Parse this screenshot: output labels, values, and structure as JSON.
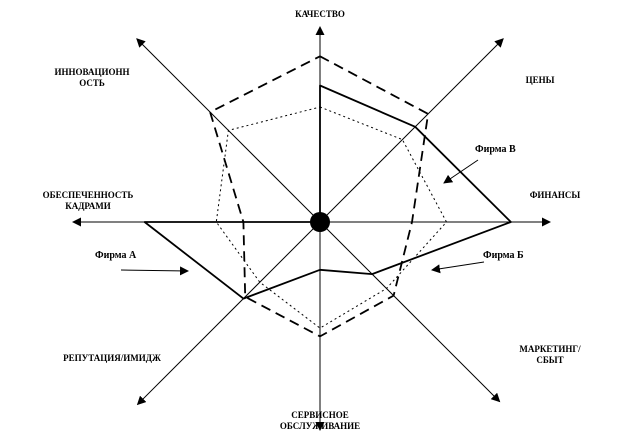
{
  "chart_data": {
    "type": "radar",
    "axes": [
      {
        "key": "quality",
        "label": [
          "КАЧЕСТВО"
        ]
      },
      {
        "key": "prices",
        "label": [
          "ЦЕНЫ"
        ]
      },
      {
        "key": "finance",
        "label": [
          "ФИНАНСЫ"
        ]
      },
      {
        "key": "marketing",
        "label": [
          "МАРКЕТИНГ/",
          "СБЫТ"
        ]
      },
      {
        "key": "service",
        "label": [
          "СЕРВИСНОЕ",
          "ОБСЛУЖИВАНИЕ"
        ]
      },
      {
        "key": "reputation",
        "label": [
          "РЕПУТАЦИЯ/ИМИДЖ"
        ]
      },
      {
        "key": "staffing",
        "label": [
          "ОБЕСПЕЧЕННОСТЬ",
          "КАДРАМИ"
        ]
      },
      {
        "key": "innovation",
        "label": [
          "ИННОВАЦИОНН",
          "ОСТЬ"
        ]
      }
    ],
    "scale_max": 1.0,
    "series": [
      {
        "name": "Фирма А",
        "style": "dashed",
        "color": "#000000",
        "values": [
          0.85,
          0.59,
          0.4,
          0.41,
          0.55,
          0.41,
          0.31,
          0.6
        ]
      },
      {
        "name": "Фирма Б",
        "style": "solid",
        "color": "#000000",
        "values": [
          0.7,
          0.52,
          0.83,
          0.29,
          0.23,
          0.42,
          0.71,
          0.0
        ]
      },
      {
        "name": "Фирма В",
        "style": "dotted",
        "color": "#000000",
        "values": [
          0.59,
          0.45,
          0.55,
          0.37,
          0.51,
          0.33,
          0.42,
          0.5
        ]
      }
    ],
    "callouts": [
      {
        "series": "Фирма В",
        "text": "Фирма В"
      },
      {
        "series": "Фирма Б",
        "text": "Фирма Б"
      },
      {
        "series": "Фирма А",
        "text": "Фирма А"
      }
    ]
  }
}
